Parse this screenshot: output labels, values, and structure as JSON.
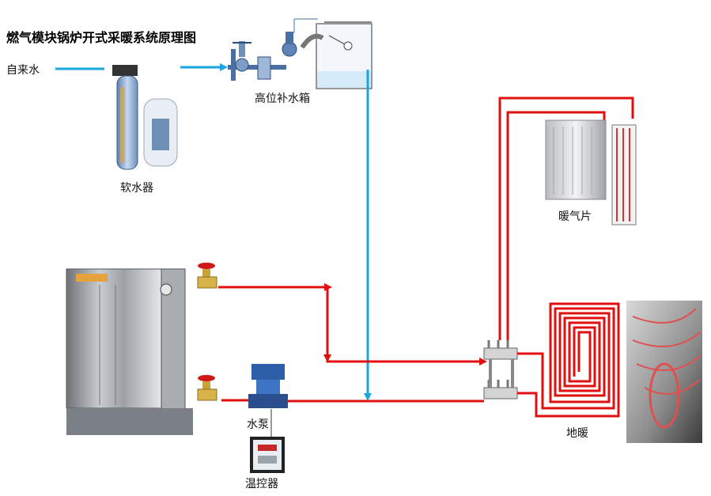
{
  "title": "燃气模块锅炉开式采暖系统原理图",
  "labels": {
    "tap_water": "自来水",
    "softener": "软水器",
    "tank": "高位补水箱",
    "radiator": "暖气片",
    "floor_heating": "地暖",
    "pump": "水泵",
    "thermostat": "温控器"
  },
  "colors": {
    "supply_pipe": "#e01010",
    "makeup_pipe": "#1aa6e0",
    "frame": "#555555"
  }
}
